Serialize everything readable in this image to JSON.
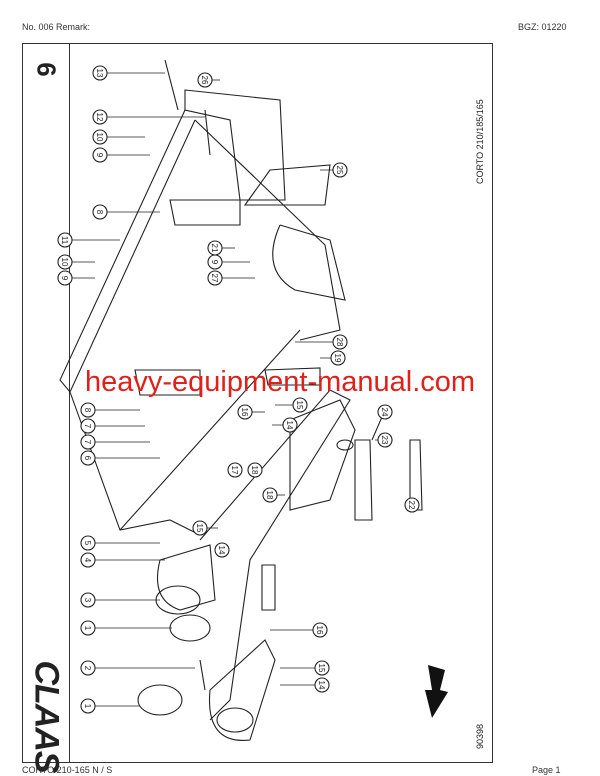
{
  "header": {
    "left": "No. 006   Remark:",
    "right": "BGZ: 01220"
  },
  "footer": {
    "left": "CORTO 210-165 N / S",
    "right": "Page 1"
  },
  "diagram": {
    "page_number": "6",
    "logo": "CLAAS",
    "model_label": "CORTO 210/185/165",
    "drawing_number": "90398",
    "callouts": [
      "13",
      "26",
      "12",
      "10",
      "9",
      "25",
      "8",
      "11",
      "21",
      "10",
      "9",
      "9",
      "27",
      "28",
      "19",
      "8",
      "7",
      "7",
      "6",
      "16",
      "15",
      "14",
      "24",
      "23",
      "22",
      "17",
      "18",
      "18",
      "5",
      "4",
      "15",
      "14",
      "3",
      "1",
      "16",
      "2",
      "15",
      "14",
      "1"
    ]
  },
  "watermark": "heavy-equipment-manual.com"
}
